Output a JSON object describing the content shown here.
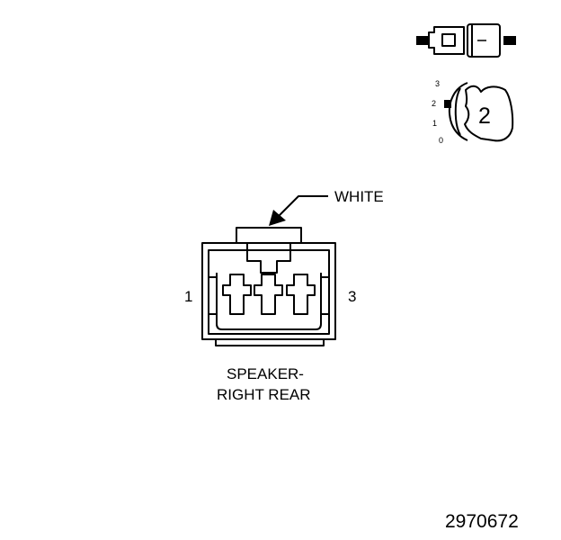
{
  "connector": {
    "color_label": "WHITE",
    "pin_left": "1",
    "pin_right": "3",
    "name_line1": "SPEAKER-",
    "name_line2": "RIGHT REAR"
  },
  "key_icon": {
    "positions": [
      "3",
      "2",
      "1",
      "0"
    ],
    "selected": "2"
  },
  "figure_id": "2970672",
  "stroke_color": "#000000",
  "background_color": "#ffffff"
}
